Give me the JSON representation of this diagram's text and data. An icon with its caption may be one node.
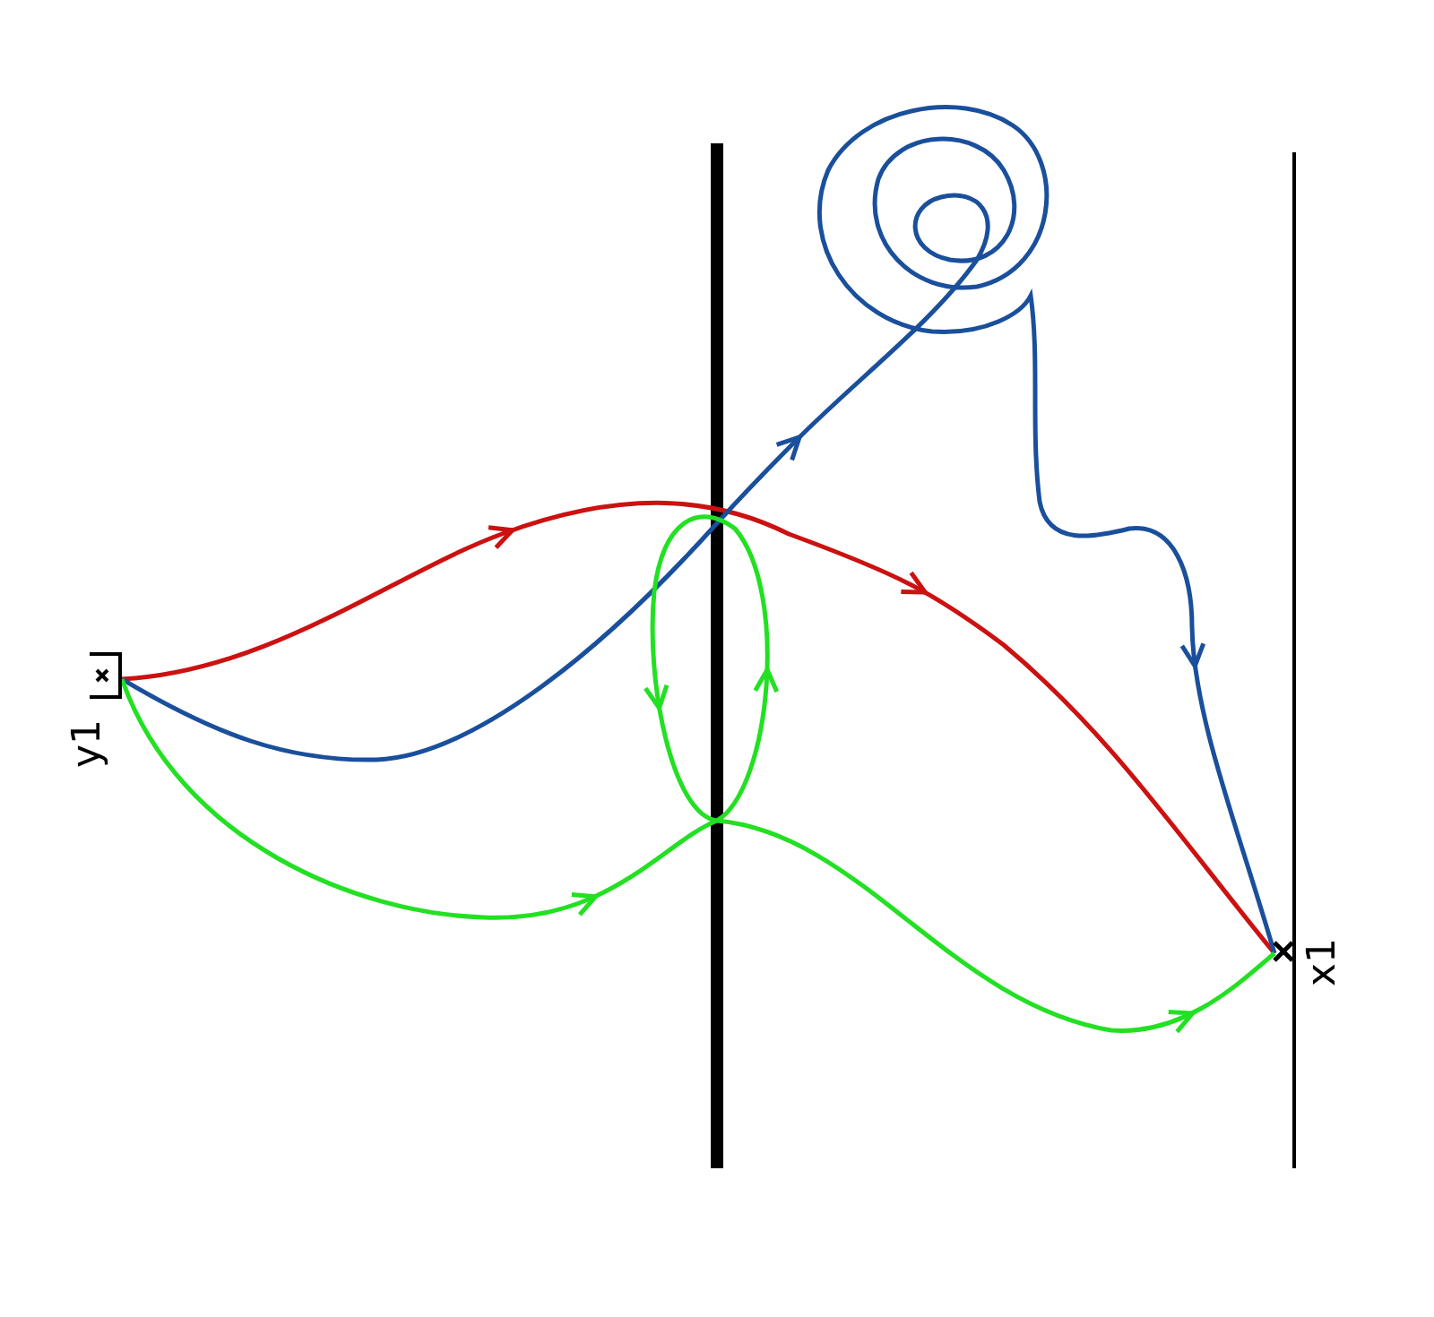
{
  "diagram": {
    "nodes": [
      {
        "text": [],
        "shape": "box",
        "beside": [
          "y1"
        ]
      },
      {
        "text": [],
        "shape": "cross",
        "beside": [
          "x1"
        ]
      }
    ],
    "edges": [
      {
        "from": 0,
        "to": 1,
        "arrow": "to",
        "color": "#cc1111"
      },
      {
        "from": 0,
        "to": 1,
        "arrow": "to",
        "color": "#1a4f9c"
      },
      {
        "from": 0,
        "to": 1,
        "arrow": "to",
        "color": "#22e022"
      }
    ]
  }
}
